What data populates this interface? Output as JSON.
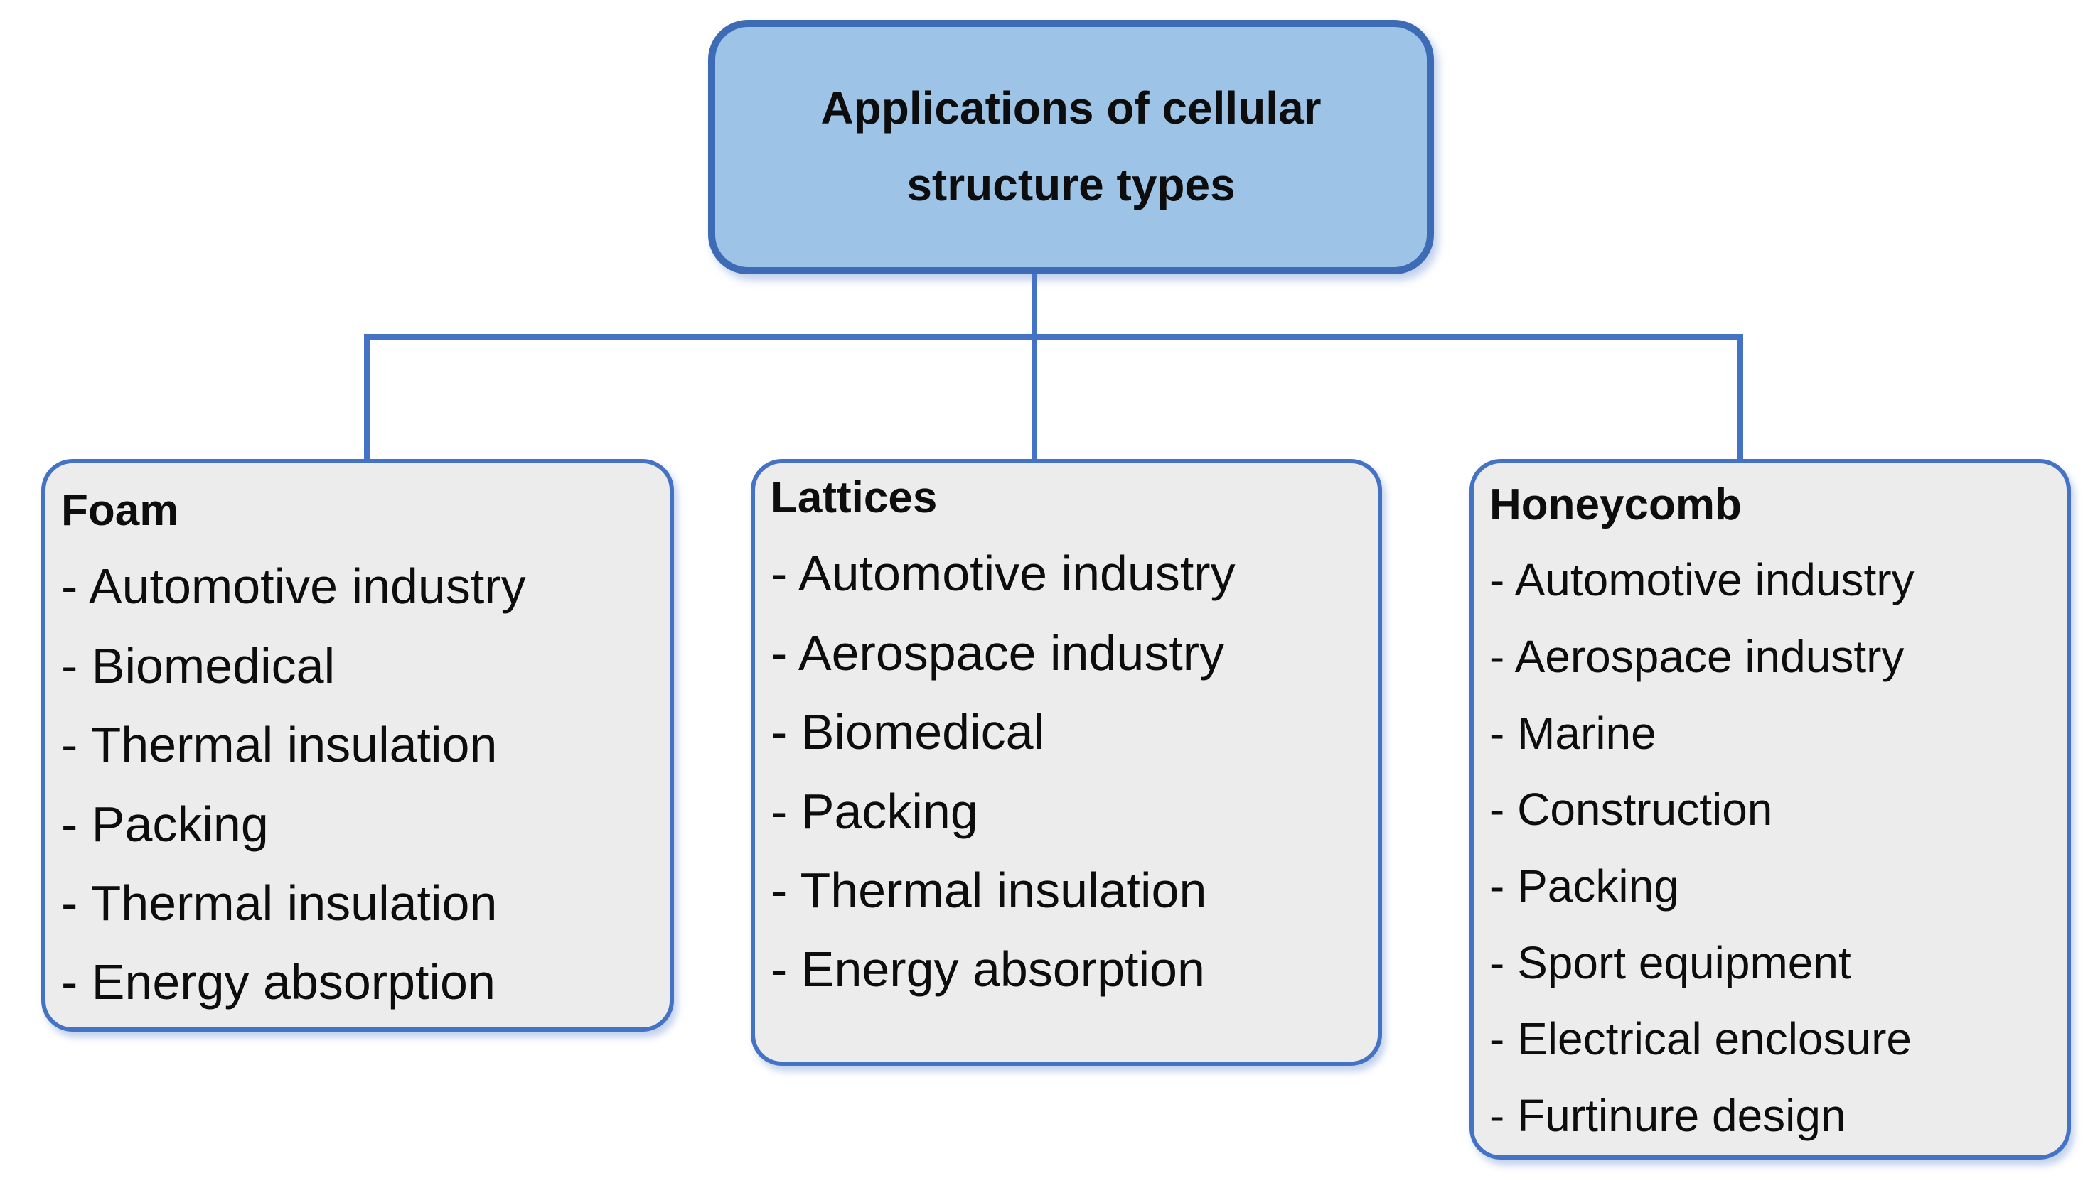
{
  "diagram": {
    "title": "Applications of cellular structure types",
    "colors": {
      "accent": "#4472C4",
      "accent_dark": "#3E6BB5",
      "title_fill": "#9DC3E6",
      "box_fill": "#ECECEC",
      "text": "#0D0D0D",
      "background": "#FFFFFF"
    },
    "branches": [
      {
        "label": "Foam",
        "items": [
          "- Automotive industry",
          "- Biomedical",
          "- Thermal insulation",
          "- Packing",
          "- Thermal insulation",
          "- Energy absorption"
        ]
      },
      {
        "label": "Lattices",
        "items": [
          "- Automotive industry",
          "- Aerospace industry",
          "- Biomedical",
          "- Packing",
          "- Thermal insulation",
          "- Energy absorption"
        ]
      },
      {
        "label": "Honeycomb",
        "items": [
          "- Automotive industry",
          "- Aerospace industry",
          "- Marine",
          "- Construction",
          "- Packing",
          "- Sport equipment",
          "- Electrical enclosure",
          "- Furtinure design"
        ]
      }
    ]
  }
}
